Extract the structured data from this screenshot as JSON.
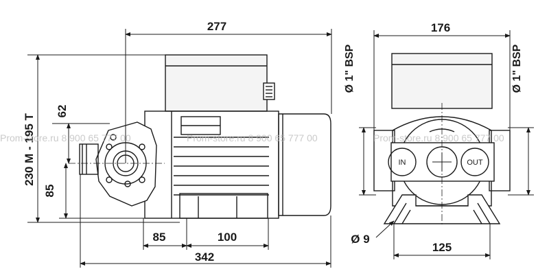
{
  "dimensions": {
    "overall_length_top": "277",
    "width_top": "176",
    "height_vertical": "230 M - 195 T",
    "inlet_offset": "62",
    "base_to_axis": "85",
    "port_left": "Ø 1\" BSP",
    "port_right": "Ø 1\" BSP",
    "bottom_85": "85",
    "bottom_100": "100",
    "overall_length_bottom": "342",
    "hole_dia": "Ø 9",
    "base_width": "125"
  },
  "ports": {
    "in_label": "IN",
    "out_label": "OUT"
  },
  "watermark": {
    "segment_1": "Prom-store.ru  8 900 65 777 00",
    "segment_2": "Prom-store.ru  8 900 65 777 00",
    "segment_3": "Prom-store.ru  8 900 65 777 00"
  }
}
